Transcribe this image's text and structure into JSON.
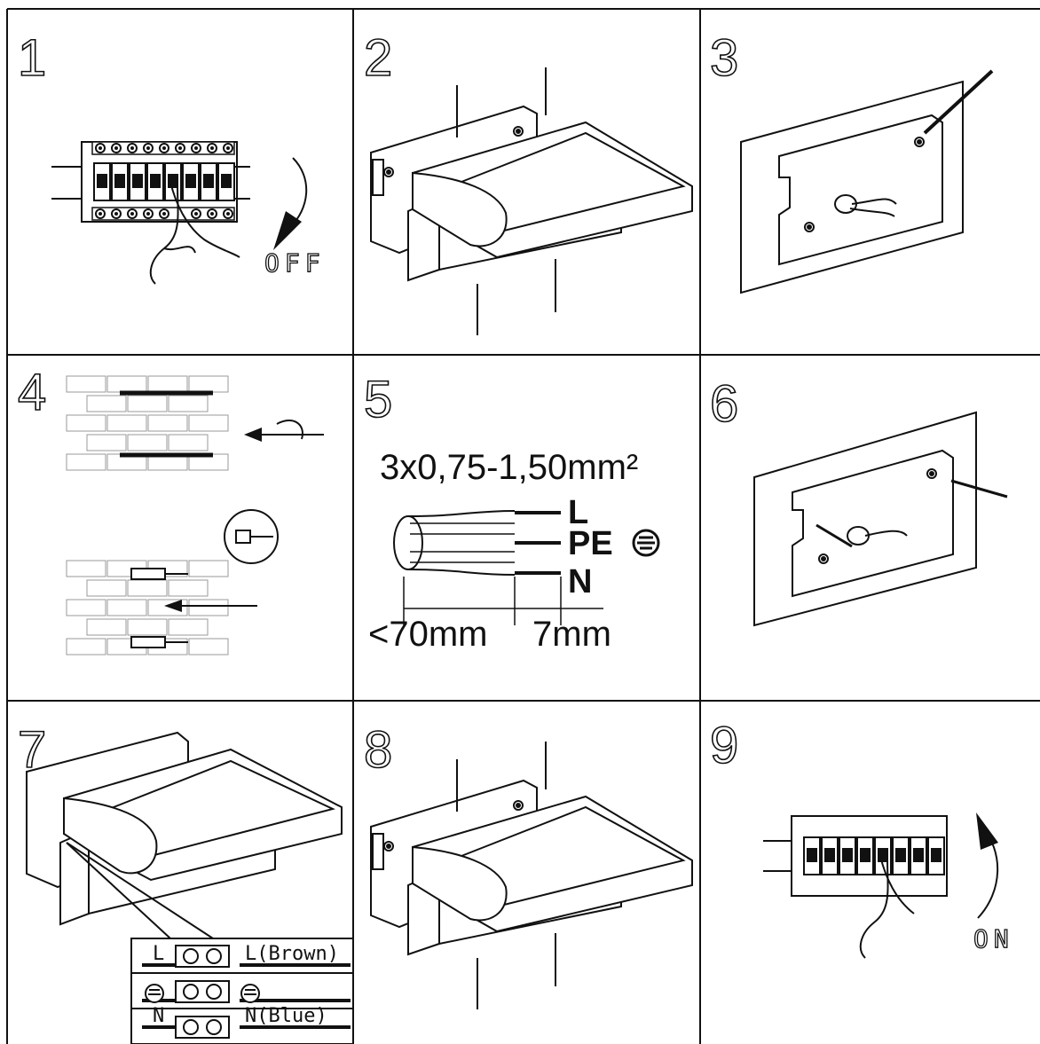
{
  "steps": [
    {
      "number": "1",
      "label": "OFF"
    },
    {
      "number": "2"
    },
    {
      "number": "3"
    },
    {
      "number": "4"
    },
    {
      "number": "5",
      "cable_spec": "3x0,75-1,50mm²",
      "wire_L": "L",
      "wire_PE": "PE",
      "wire_N": "N",
      "strip_outer": "<70mm",
      "strip_inner": "7mm"
    },
    {
      "number": "6"
    },
    {
      "number": "7",
      "term_L": "L",
      "term_N": "N",
      "term_brown": "L(Brown)",
      "term_blue": "N(Blue)"
    },
    {
      "number": "8"
    },
    {
      "number": "9",
      "label": "ON"
    }
  ],
  "colors": {
    "line": "#111111",
    "background": "#ffffff"
  }
}
